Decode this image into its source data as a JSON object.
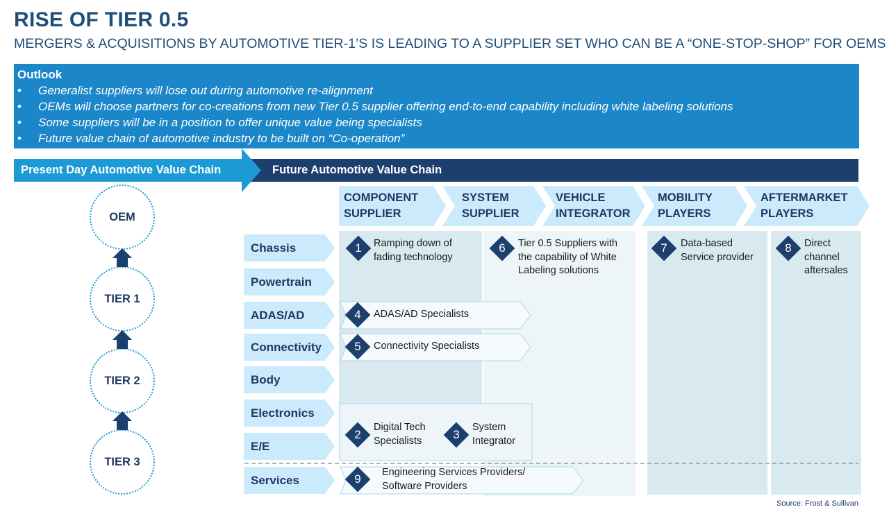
{
  "title": "RISE OF TIER 0.5",
  "subtitle": "MERGERS & ACQUISITIONS BY AUTOMOTIVE TIER-1’S IS LEADING TO A SUPPLIER SET WHO CAN BE A “ONE-STOP-SHOP” FOR OEMS",
  "outlook": {
    "heading": "Outlook",
    "bullet": "•",
    "items": [
      "Generalist suppliers will lose out during automotive re-alignment",
      "OEMs will choose partners for co-creations from new Tier 0.5 supplier offering end-to-end capability including white labeling solutions",
      "Some suppliers will be in a position to offer unique value being specialists",
      "Future value  chain of automotive industry to be built on “Co-operation”"
    ]
  },
  "present_chain_label": "Present Day Automotive Value Chain",
  "future_chain_label": "Future Automotive Value Chain",
  "present_chain": [
    "OEM",
    "TIER 1",
    "TIER 2",
    "TIER 3"
  ],
  "columns": [
    {
      "line1": "COMPONENT",
      "line2": "SUPPLIER"
    },
    {
      "line1": "SYSTEM",
      "line2": "SUPPLIER"
    },
    {
      "line1": "VEHICLE",
      "line2": "INTEGRATOR"
    },
    {
      "line1": "MOBILITY",
      "line2": "PLAYERS"
    },
    {
      "line1": "AFTERMARKET",
      "line2": "PLAYERS"
    }
  ],
  "rows": [
    "Chassis",
    "Powertrain",
    "ADAS/AD",
    "Connectivity",
    "Body",
    "Electronics",
    "E/E",
    "Services"
  ],
  "callouts": [
    {
      "num": "1",
      "lines": [
        "Ramping down of",
        "fading technology"
      ]
    },
    {
      "num": "6",
      "lines": [
        "Tier 0.5 Suppliers with",
        "the capability of White",
        "Labeling solutions"
      ]
    },
    {
      "num": "7",
      "lines": [
        "Data-based",
        "Service provider"
      ]
    },
    {
      "num": "8",
      "lines": [
        "Direct",
        "channel",
        "aftersales"
      ]
    },
    {
      "num": "4",
      "lines": [
        "ADAS/AD Specialists"
      ]
    },
    {
      "num": "5",
      "lines": [
        "Connectivity Specialists"
      ]
    },
    {
      "num": "2",
      "lines": [
        "Digital Tech",
        "Specialists"
      ]
    },
    {
      "num": "3",
      "lines": [
        "System",
        "Integrator"
      ]
    },
    {
      "num": "9",
      "lines": [
        "Engineering Services Providers/",
        "Software Providers"
      ]
    }
  ],
  "source": "Source: Frost & Sullivan",
  "colors": {
    "title": "#1f4e79",
    "outlook_bg": "#1b86c8",
    "present_band": "#1b9ad6",
    "future_band": "#1d3f6e",
    "header_chevron": "#cbeafb",
    "row_label_bg": "#cbeafb",
    "component_bg": "#d9e9f0",
    "system_bg": "#edf5f8",
    "diamond": "#1d3f6e"
  }
}
